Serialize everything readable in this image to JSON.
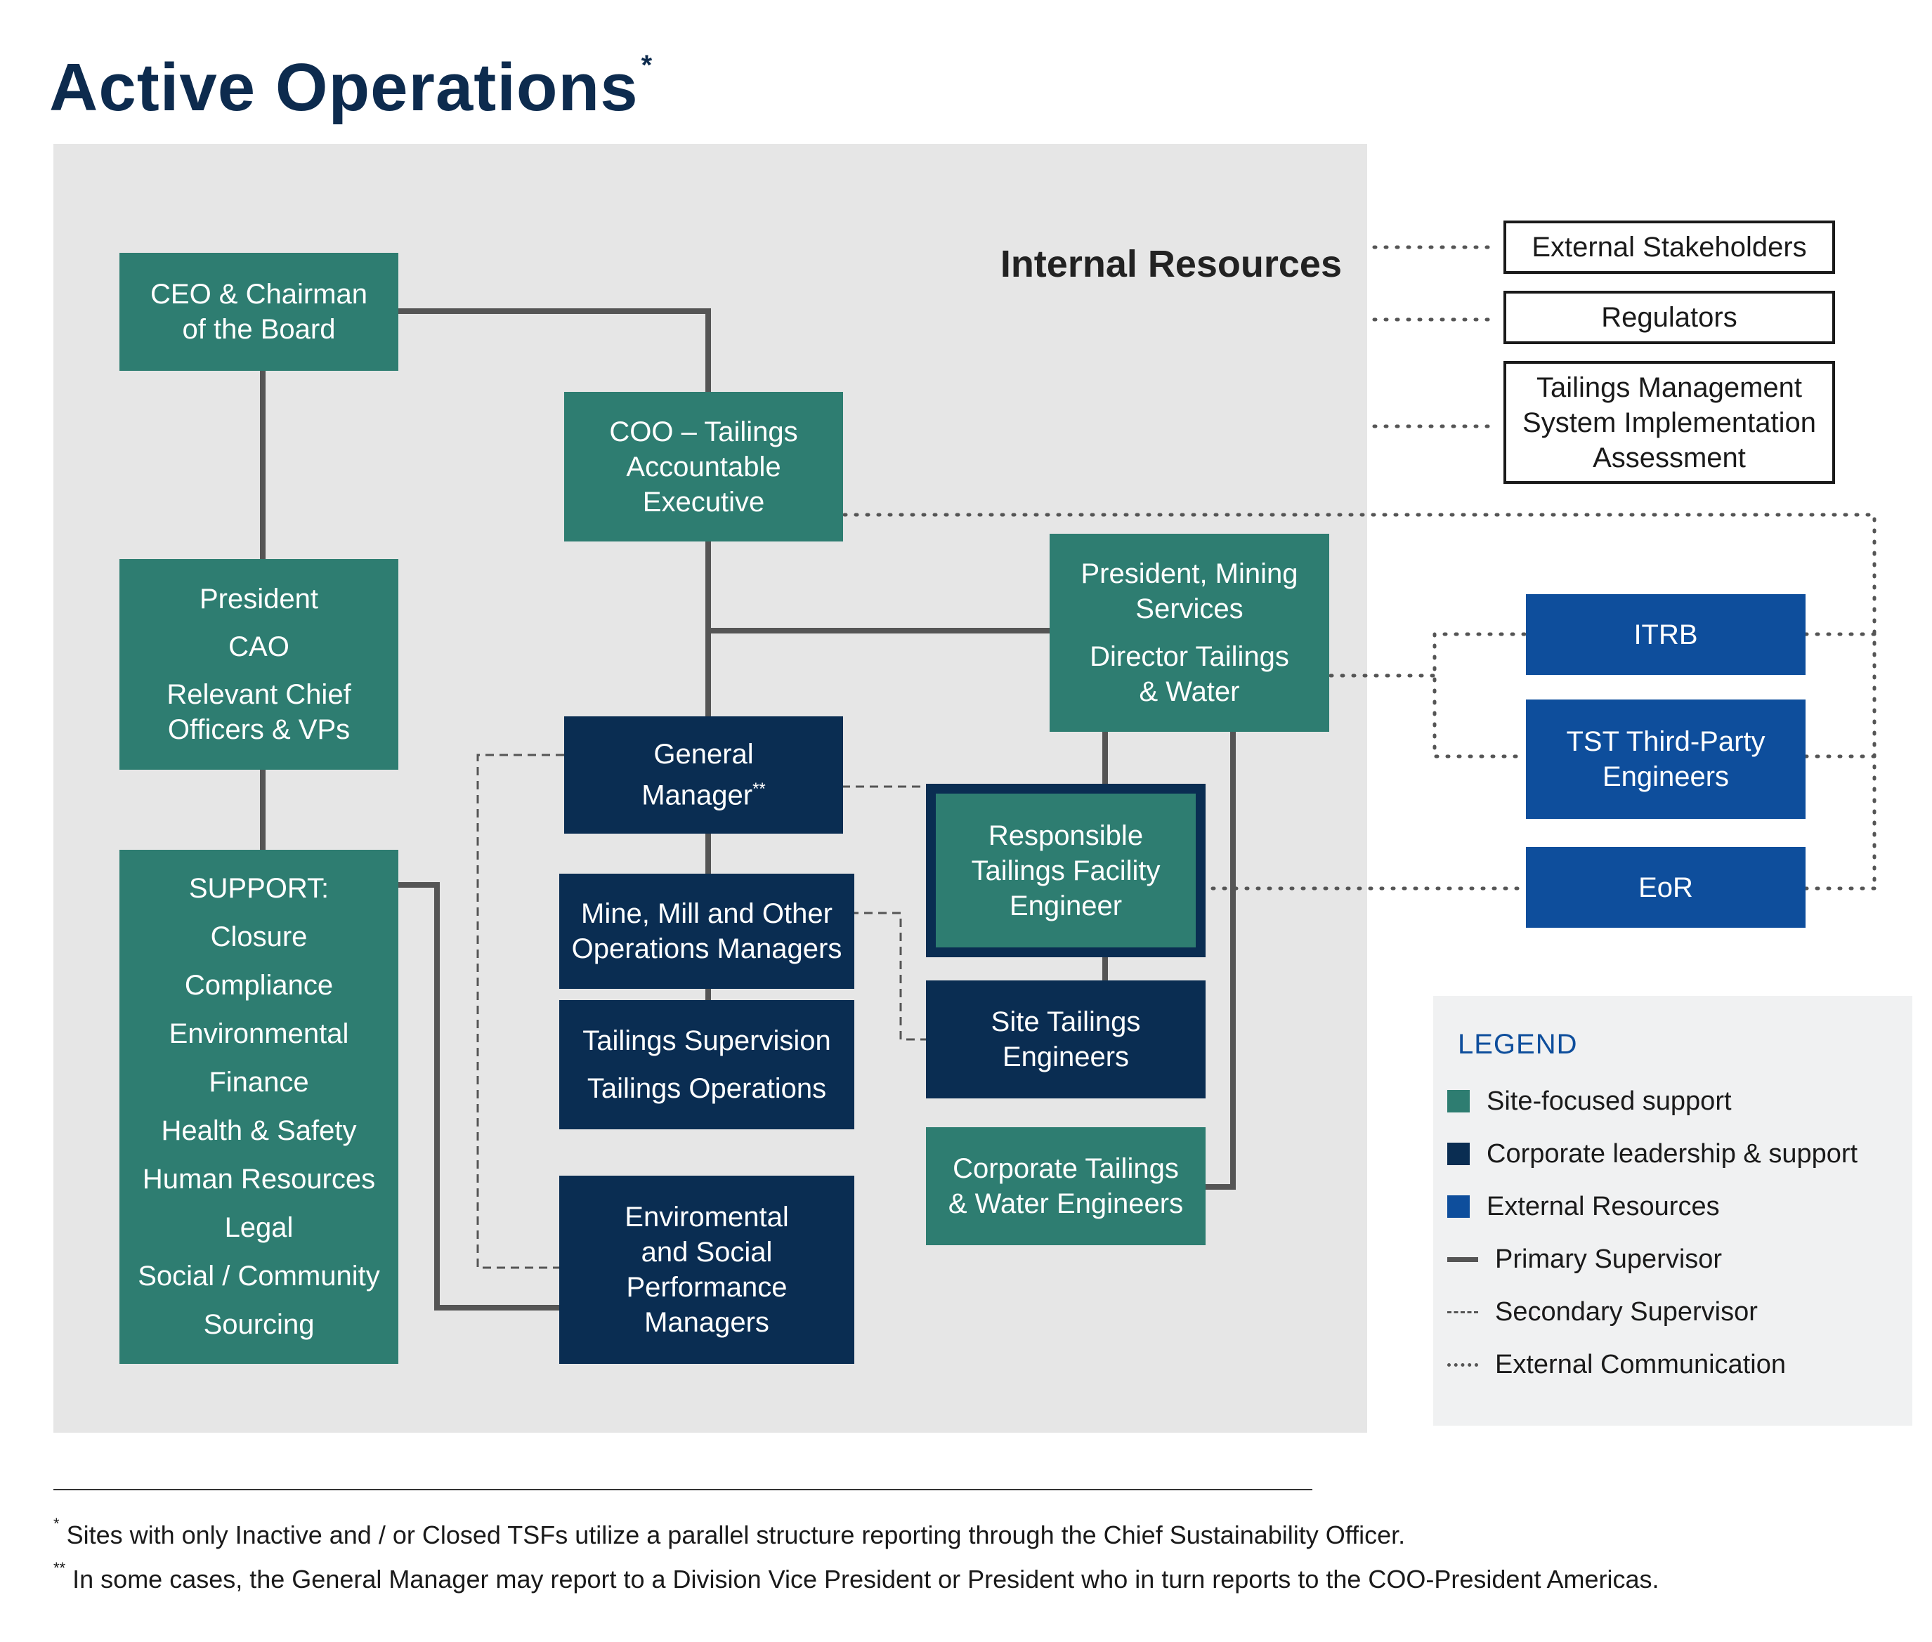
{
  "title": "Active Operations",
  "title_mark": "*",
  "internal_title": "Internal Resources",
  "colors": {
    "site_focused": "#2e7d71",
    "corporate": "#0a2d52",
    "external": "#0e4e9c",
    "panel": "#e6e6e6",
    "connector": "#555555"
  },
  "nodes": {
    "ceo": [
      "CEO & Chairman",
      "of the Board"
    ],
    "coo": [
      "COO – Tailings",
      "Accountable",
      "Executive"
    ],
    "president_cao": [
      "President",
      "CAO",
      "Relevant Chief",
      "Officers & VPs"
    ],
    "pres_mining": [
      "President, Mining",
      "Services",
      "Director Tailings",
      "& Water"
    ],
    "gm": [
      "General",
      "Manager",
      "**"
    ],
    "mine_mill": [
      "Mine, Mill and Other",
      "Operations Managers"
    ],
    "tailings_sup": [
      "Tailings Supervision",
      "Tailings Operations"
    ],
    "rtfe": [
      "Responsible",
      "Tailings Facility",
      "Engineer"
    ],
    "site_tailings": [
      "Site Tailings",
      "Engineers"
    ],
    "corp_tailings": [
      "Corporate Tailings",
      "& Water Engineers"
    ],
    "env_social": [
      "Enviromental",
      "and Social",
      "Performance",
      "Managers"
    ],
    "support": [
      "SUPPORT:",
      "Closure",
      "Compliance",
      "Environmental",
      "Finance",
      "Health & Safety",
      "Human Resources",
      "Legal",
      "Social / Community",
      "Sourcing"
    ],
    "ext_stakeholders": [
      "External Stakeholders"
    ],
    "regulators": [
      "Regulators"
    ],
    "tms_assessment": [
      "Tailings Management",
      "System Implementation",
      "Assessment"
    ],
    "itrb": [
      "ITRB"
    ],
    "tst": [
      "TST Third-Party",
      "Engineers"
    ],
    "eor": [
      "EoR"
    ]
  },
  "legend": {
    "title": "LEGEND",
    "items": [
      {
        "kind": "swatch",
        "color": "#2e7d71",
        "label": "Site-focused support"
      },
      {
        "kind": "swatch",
        "color": "#0a2d52",
        "label": "Corporate leadership & support"
      },
      {
        "kind": "swatch",
        "color": "#0e4e9c",
        "label": "External Resources"
      },
      {
        "kind": "solid",
        "label": "Primary Supervisor"
      },
      {
        "kind": "dashed",
        "label": "Secondary Supervisor"
      },
      {
        "kind": "dotted",
        "label": "External Communication"
      }
    ]
  },
  "footnotes": [
    {
      "mark": "*",
      "text": "Sites with only Inactive and / or Closed TSFs utilize a parallel structure reporting through the Chief Sustainability Officer."
    },
    {
      "mark": "**",
      "text": "In some cases, the General Manager may report to a Division Vice President or President who in turn reports to the COO-President Americas."
    }
  ]
}
